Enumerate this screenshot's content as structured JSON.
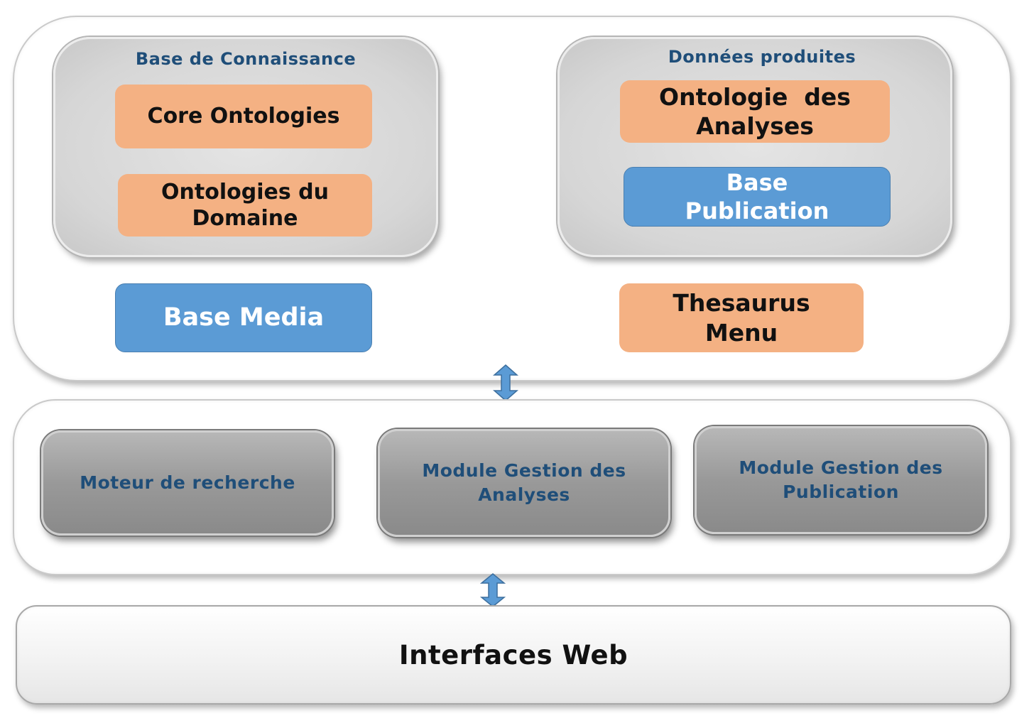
{
  "data_layer": {
    "knowledge_base": {
      "title": "Base de Connaissance",
      "core_ontologies": "Core Ontologies",
      "domain_ontologies": "Ontologies du Domaine"
    },
    "produced_data": {
      "title": "Données produites",
      "analysis_ontology": "Ontologie  des Analyses",
      "publication_base": "Base Publication"
    },
    "media_base": "Base Media",
    "thesaurus_menu": "Thesaurus Menu"
  },
  "service_layer": {
    "modules": [
      "Moteur de recherche",
      "Module Gestion des Analyses",
      "Module Gestion des Publication"
    ]
  },
  "web_layer": {
    "label": "Interfaces Web"
  },
  "colors": {
    "orange_box": "#f4b183",
    "blue_box": "#5b9bd5",
    "title_text": "#1f4e79",
    "arrow": "#5b9bd5"
  }
}
